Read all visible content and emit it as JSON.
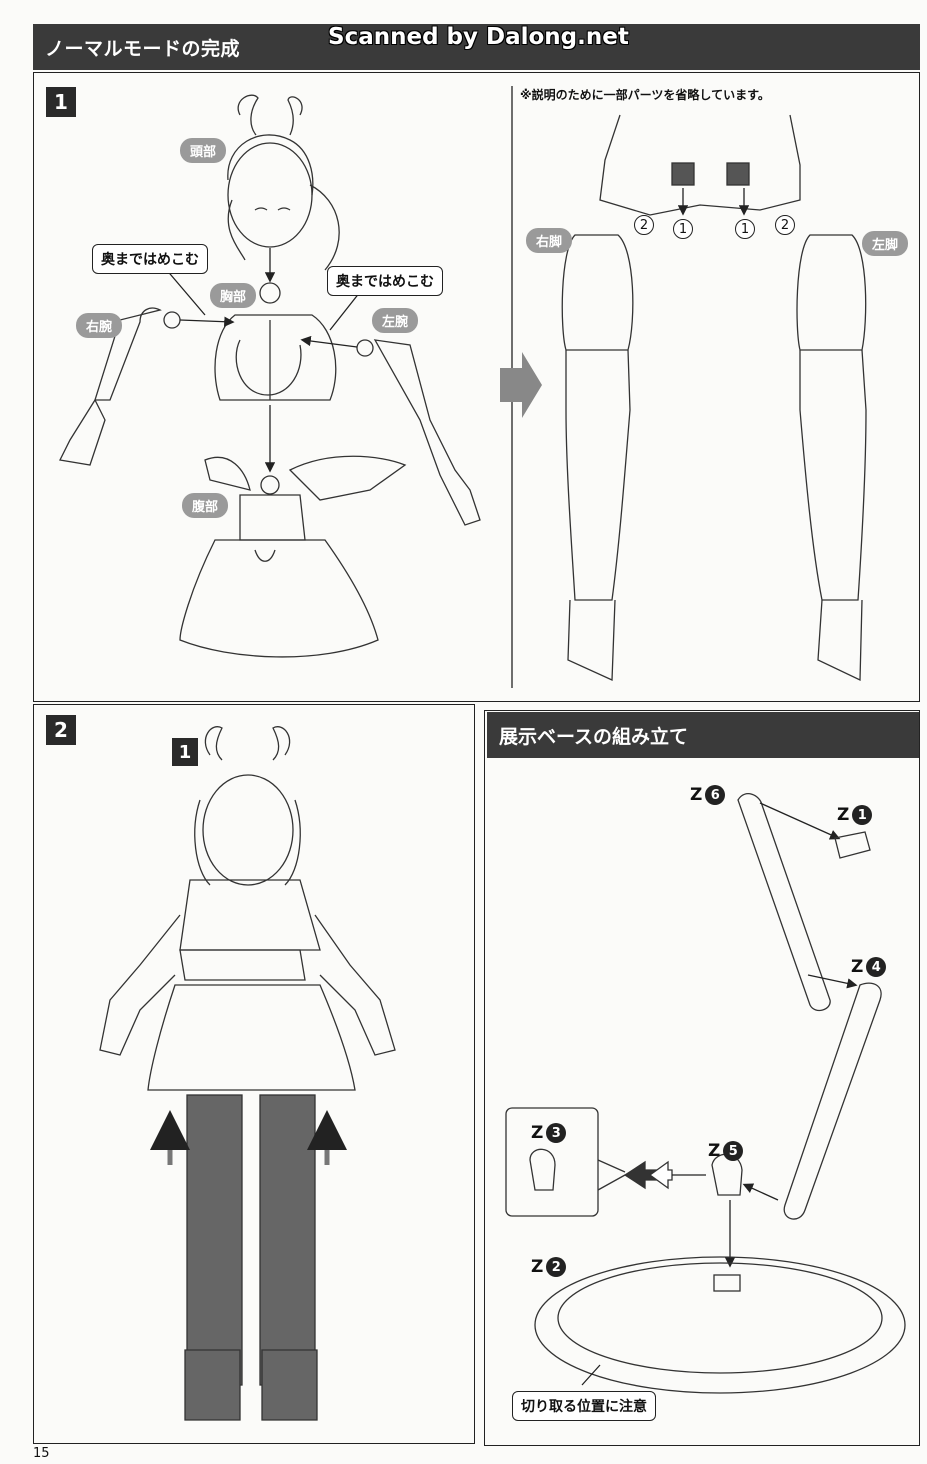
{
  "header": {
    "title": "ノーマルモードの完成",
    "watermark": "Scanned by Dalong.net"
  },
  "step1": {
    "badge": "1",
    "note": "※説明のために一部パーツを省略しています。",
    "labels": {
      "head": "頭部",
      "chest": "胸部",
      "right_arm": "右腕",
      "left_arm": "左腕",
      "abdomen": "腹部",
      "right_leg": "右脚",
      "left_leg": "左脚"
    },
    "callouts": [
      "奥まではめこむ",
      "奥まではめこむ"
    ],
    "order_marks": [
      "2",
      "1",
      "1",
      "2"
    ]
  },
  "step2": {
    "badge": "2",
    "ref": "1"
  },
  "base": {
    "title": "展示ベースの組み立て",
    "parts": [
      {
        "letter": "Z",
        "num": "6"
      },
      {
        "letter": "Z",
        "num": "1"
      },
      {
        "letter": "Z",
        "num": "4"
      },
      {
        "letter": "Z",
        "num": "3"
      },
      {
        "letter": "Z",
        "num": "5"
      },
      {
        "letter": "Z",
        "num": "2"
      }
    ],
    "caution": "切り取る位置に注意"
  },
  "page_number": "15"
}
